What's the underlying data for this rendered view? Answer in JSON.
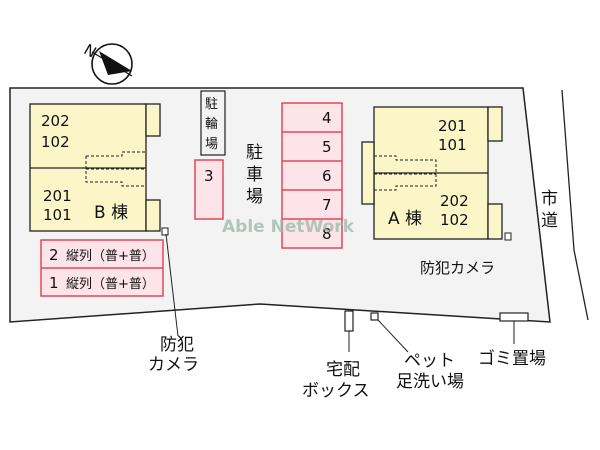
{
  "site_plan": {
    "compass": {
      "label": "N"
    },
    "building_b": {
      "name": "B 棟",
      "units": [
        {
          "top": "202",
          "bottom": "102"
        },
        {
          "top": "201",
          "bottom": "101"
        }
      ]
    },
    "building_a": {
      "name": "A 棟",
      "units": [
        {
          "top": "201",
          "bottom": "101"
        },
        {
          "top": "202",
          "bottom": "102"
        }
      ]
    },
    "bike_parking": {
      "label": "駐輪場"
    },
    "parking_lot": {
      "label": "駐車場"
    },
    "parking_spaces": [
      "3",
      "4",
      "5",
      "6",
      "7",
      "8"
    ],
    "tandem_spaces": [
      {
        "number": "2",
        "text": "縦列（普+普）"
      },
      {
        "number": "1",
        "text": "縦列（普+普）"
      }
    ],
    "road": {
      "label": "市道"
    },
    "facilities": {
      "camera_a": "防犯カメラ",
      "camera_b_line1": "防犯",
      "camera_b_line2": "カメラ",
      "delivery_box_line1": "宅配",
      "delivery_box_line2": "ボックス",
      "pet_wash_line1": "ペット",
      "pet_wash_line2": "足洗い場",
      "garbage": "ゴミ置場"
    },
    "watermark": "Able NetWork"
  },
  "colors": {
    "building_fill": "#fbf6c8",
    "parking_fill": "#fce4e8",
    "parking_stroke": "#e0485a",
    "site_fill": "#f3f3f3",
    "site_stroke": "#222222"
  }
}
